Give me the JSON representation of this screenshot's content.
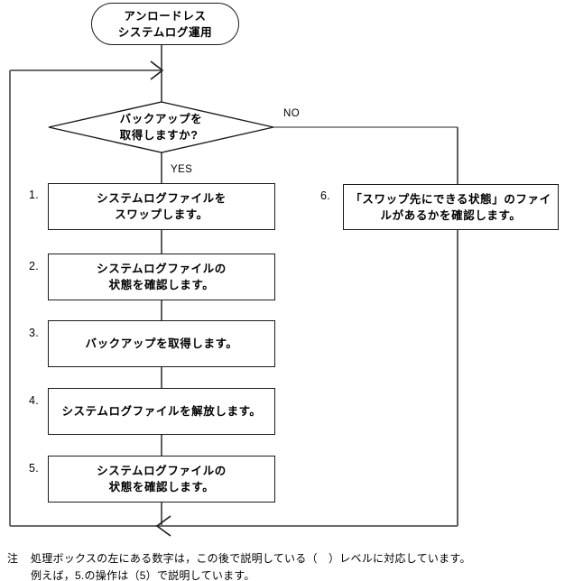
{
  "diagram": {
    "title_node": {
      "text": "アンロードレス\nシステムログ運用"
    },
    "decision": {
      "text": "バックアップを\n取得しますか?",
      "yes_label": "YES",
      "no_label": "NO"
    },
    "steps": [
      {
        "number": "1.",
        "text": "システムログファイルを\nスワップします。"
      },
      {
        "number": "2.",
        "text": "システムログファイルの\n状態を確認します。"
      },
      {
        "number": "3.",
        "text": "バックアップを取得します。"
      },
      {
        "number": "4.",
        "text": "システムログファイルを解放します。"
      },
      {
        "number": "5.",
        "text": "システムログファイルの\n状態を確認します。"
      }
    ],
    "branch_step": {
      "number": "6.",
      "text": "「スワップ先にできる状態」のファイ\nルがあるかを確認します。"
    },
    "footnote": {
      "marker": "注",
      "text": "処理ボックスの左にある数字は，この後で説明している（　）レベルに対応しています。\n例えば，5.の操作は（5）で説明しています。"
    },
    "colors": {
      "stroke": "#1a1a1a",
      "connector": "#6b6b6b",
      "background": "#ffffff",
      "text": "#000000"
    }
  }
}
